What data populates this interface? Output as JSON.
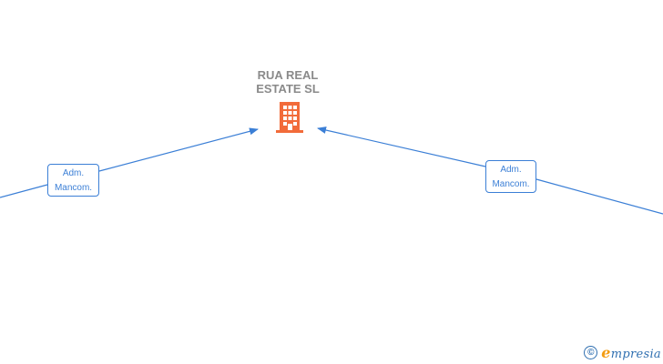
{
  "company": {
    "name": "RUA REAL\nESTATE  SL",
    "icon": "building-icon",
    "icon_color": "#f26b3a"
  },
  "relations": [
    {
      "role_line1": "Adm.",
      "role_line2": "Mancom."
    },
    {
      "role_line1": "Adm.",
      "role_line2": "Mancom."
    }
  ],
  "footer": {
    "copyright_symbol": "©",
    "brand_initial": "e",
    "brand_rest": "mpresia"
  },
  "colors": {
    "edge": "#3b7fd6",
    "title": "#8a8a8a",
    "brand": "#2f6fb0",
    "brand_accent": "#f39c12"
  }
}
